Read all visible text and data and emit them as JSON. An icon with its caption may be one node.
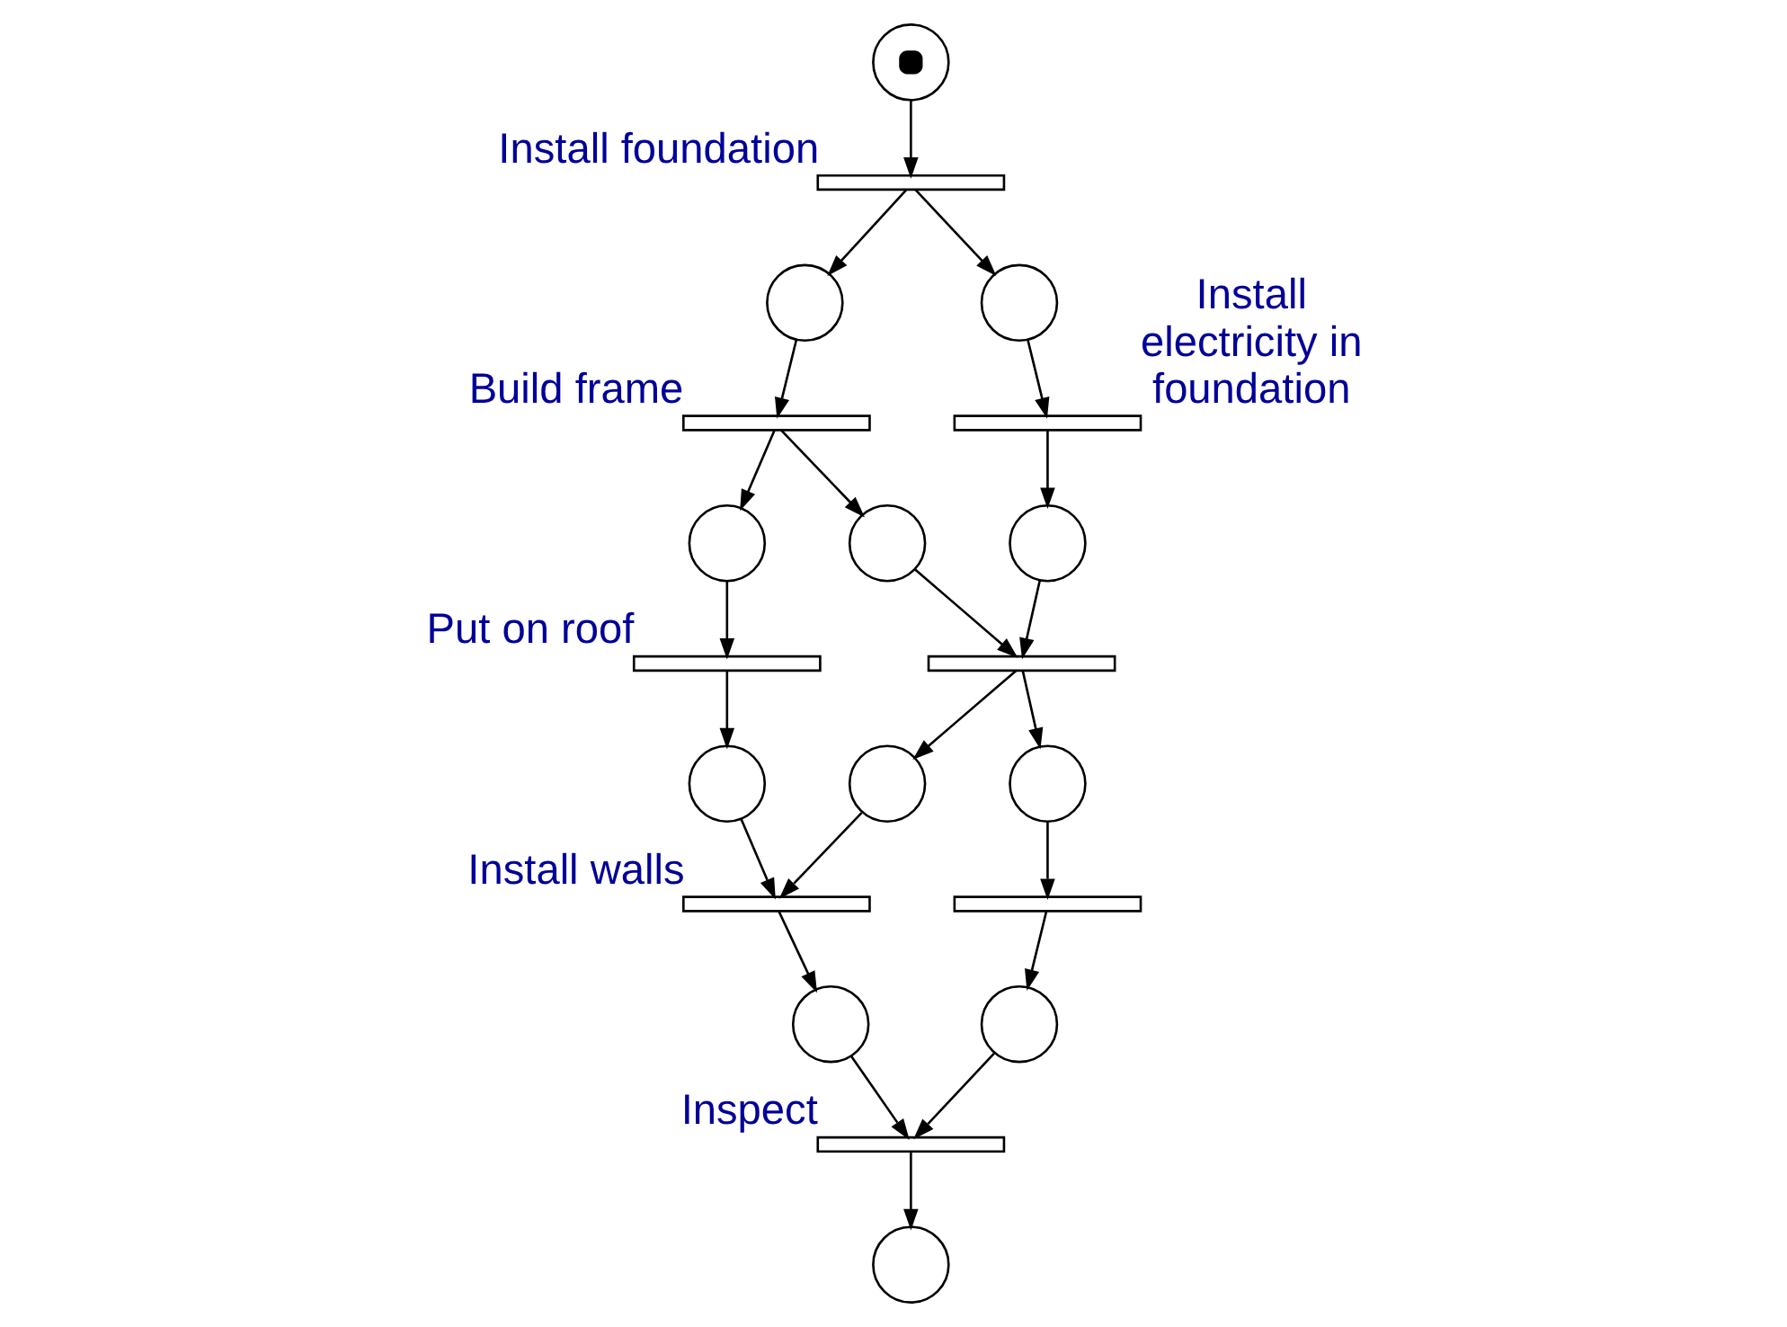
{
  "diagram": {
    "nodes": [
      {
        "text": [],
        "shape": "circle"
      },
      {
        "text": [
          "Install foundation"
        ]
      },
      {
        "text": [],
        "shape": "circle"
      },
      {
        "text": [],
        "shape": "circle"
      },
      {
        "text": [
          "Build frame"
        ]
      },
      {
        "text": [
          "Install electricity in foundation"
        ]
      },
      {
        "text": [],
        "shape": "circle"
      },
      {
        "text": [],
        "shape": "circle"
      },
      {
        "text": [],
        "shape": "circle"
      },
      {
        "text": [
          "Put on roof"
        ]
      },
      {
        "text": [],
        "shape": "bar"
      },
      {
        "text": [],
        "shape": "circle"
      },
      {
        "text": [],
        "shape": "circle"
      },
      {
        "text": [],
        "shape": "circle"
      },
      {
        "text": [
          "Install walls"
        ]
      },
      {
        "text": [],
        "shape": "circle"
      },
      {
        "text": [],
        "shape": "circle"
      },
      {
        "text": [],
        "shape": "bar"
      },
      {
        "text": [
          "Inspect"
        ]
      },
      {
        "text": [],
        "shape": "circle"
      }
    ],
    "edges": [
      {
        "from": 0,
        "to": 1,
        "arrow": "to"
      },
      {
        "from": 1,
        "to": 2,
        "arrow": "to"
      },
      {
        "from": 1,
        "to": 3,
        "arrow": "to"
      },
      {
        "from": 2,
        "to": 4,
        "arrow": "to"
      },
      {
        "from": 3,
        "to": 5,
        "arrow": "to"
      },
      {
        "from": 4,
        "to": 6,
        "arrow": "to"
      },
      {
        "from": 4,
        "to": 7,
        "arrow": "to"
      },
      {
        "from": 5,
        "to": 8,
        "arrow": "to"
      },
      {
        "from": 6,
        "to": 9,
        "arrow": "to"
      },
      {
        "from": 7,
        "to": 10,
        "arrow": "to"
      },
      {
        "from": 8,
        "to": 10,
        "arrow": "to"
      },
      {
        "from": 9,
        "to": 11,
        "arrow": "to"
      },
      {
        "from": 10,
        "to": 12,
        "arrow": "to"
      },
      {
        "from": 10,
        "to": 13,
        "arrow": "to"
      },
      {
        "from": 11,
        "to": 14,
        "arrow": "to"
      },
      {
        "from": 12,
        "to": 14,
        "arrow": "to"
      },
      {
        "from": 14,
        "to": 16,
        "arrow": "to"
      },
      {
        "from": 13,
        "to": 17,
        "arrow": "to"
      },
      {
        "from": 17,
        "to": 15,
        "arrow": "to"
      },
      {
        "from": 15,
        "to": 18,
        "arrow": "to"
      },
      {
        "from": 16,
        "to": 18,
        "arrow": "to"
      },
      {
        "from": 18,
        "to": 19,
        "arrow": "to"
      }
    ]
  }
}
